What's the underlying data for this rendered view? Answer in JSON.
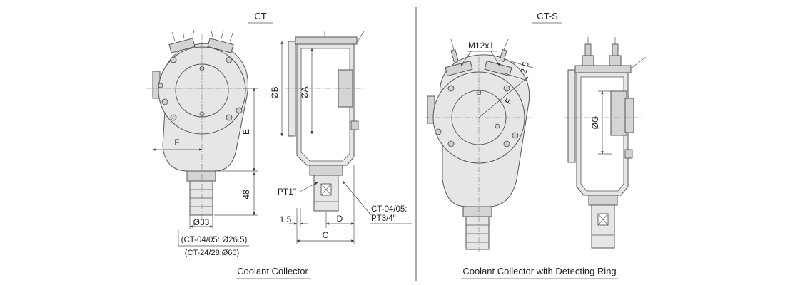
{
  "ct_title": "CT",
  "cts_title": "CT-S",
  "ct_caption": "Coolant Collector",
  "cts_caption": "Coolant Collector with Detecting Ring",
  "dims": {
    "diam_b": "ØB",
    "diam_a": "ØA",
    "e": "E",
    "f": "F",
    "h48": "48",
    "pt1": "PT1\"",
    "d33": "Ø33",
    "ct0405": "(CT-04/05: Ø26.5)",
    "ct2428": "(CT-24/28:Ø60)",
    "d15": "1.5",
    "d": "D",
    "c": "C",
    "ct0405pt_line1": "CT-04/05:",
    "ct0405pt_line2": "PT3/4\"",
    "m12": "M12x1",
    "d25": "2.5",
    "fs": "F",
    "diam_g": "ØG"
  }
}
